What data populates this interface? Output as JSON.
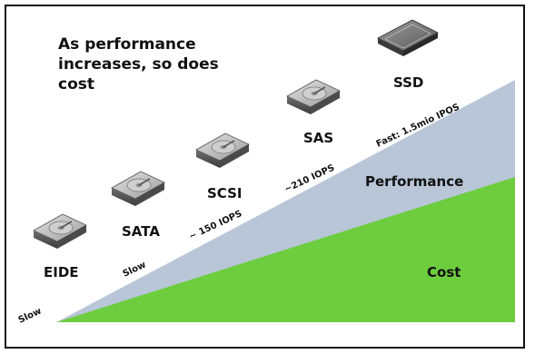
{
  "headline": {
    "line1": "As performance",
    "line2": "increases, so does",
    "line3": "cost"
  },
  "drives": [
    {
      "label": "EIDE",
      "icon": "hard-disk-icon"
    },
    {
      "label": "SATA",
      "icon": "hard-disk-icon"
    },
    {
      "label": "SCSI",
      "icon": "hard-disk-icon"
    },
    {
      "label": "SAS",
      "icon": "hard-disk-icon"
    },
    {
      "label": "SSD",
      "icon": "ssd-icon"
    }
  ],
  "speed_labels": {
    "eide": "Slow",
    "sata": "Slow",
    "scsi": "~ 150 IOPS",
    "sas": "~210 IOPS",
    "ssd": "Fast: 1.5mio IPOS"
  },
  "regions": {
    "performance": "Performance",
    "cost": "Cost"
  },
  "colors": {
    "performance": "#b8c6d8",
    "cost": "#6dcd3f",
    "frame": "#111111",
    "background": "#ffffff"
  }
}
